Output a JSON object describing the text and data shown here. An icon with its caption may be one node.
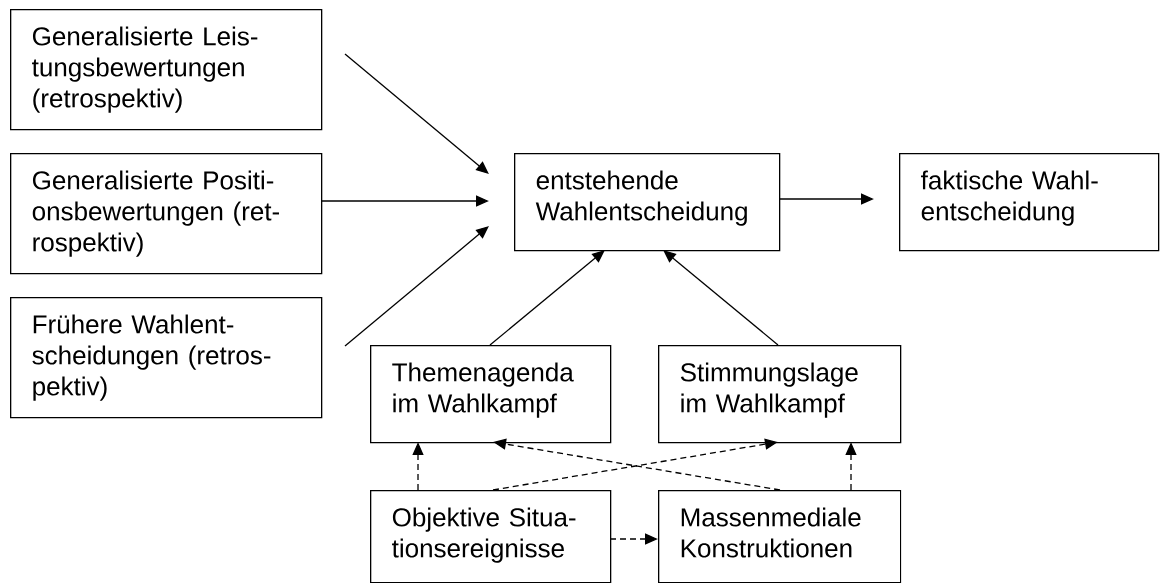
{
  "diagram": {
    "nodes": [
      {
        "text": [
          "Generalisierte Leis- tungsbewertungen (retrospektiv)"
        ]
      },
      {
        "text": [
          "Generalisierte Positi- onsbewertungen (ret- rospektiv)"
        ]
      },
      {
        "text": [
          "Frühere Wahlent- scheidungen (retros- pektiv)"
        ]
      },
      {
        "text": [
          "entstehende Wahlentscheidung"
        ]
      },
      {
        "text": [
          "faktische Wahl- entscheidung"
        ]
      },
      {
        "text": [
          "Themenagenda im Wahlkampf"
        ]
      },
      {
        "text": [
          "Stimmungslage im Wahlkampf"
        ]
      },
      {
        "text": [
          "Objektive Situa- tionsereignisse"
        ]
      },
      {
        "text": [
          "Massenmediale Konstruktionen"
        ]
      }
    ],
    "edges": [
      {
        "from": 0,
        "to": 3,
        "arrow": "to"
      },
      {
        "from": 1,
        "to": 3,
        "arrow": "to"
      },
      {
        "from": 2,
        "to": 3,
        "arrow": "to"
      },
      {
        "from": 3,
        "to": 4,
        "arrow": "to"
      },
      {
        "from": 5,
        "to": 3,
        "arrow": "to"
      },
      {
        "from": 6,
        "to": 3,
        "arrow": "to"
      },
      {
        "from": 7,
        "to": 5,
        "arrow": "to",
        "style": "dashed"
      },
      {
        "from": 7,
        "to": 6,
        "arrow": "to",
        "style": "dashed"
      },
      {
        "from": 8,
        "to": 5,
        "arrow": "to",
        "style": "dashed"
      },
      {
        "from": 8,
        "to": 6,
        "arrow": "to",
        "style": "dashed"
      },
      {
        "from": 7,
        "to": 8,
        "arrow": "to",
        "style": "dashed"
      }
    ]
  }
}
